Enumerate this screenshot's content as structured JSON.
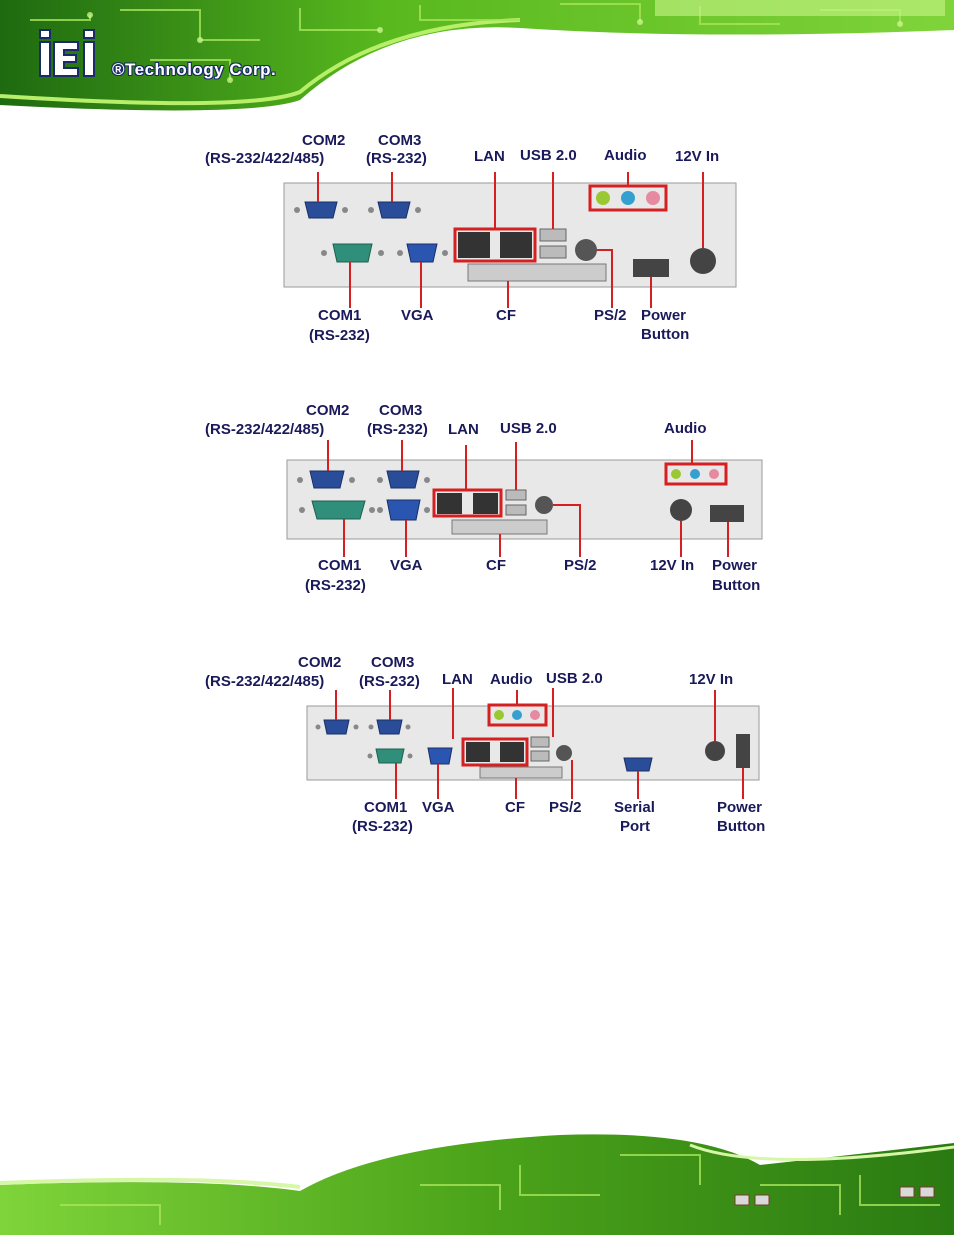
{
  "header": {
    "brand_mark": "iEi",
    "tagline": "®Technology Corp."
  },
  "diagrams": [
    {
      "labels": {
        "com2": "COM2",
        "com2_spec": "(RS-232/422/485)",
        "com3": "COM3",
        "com3_spec": "(RS-232)",
        "lan": "LAN",
        "usb": "USB 2.0",
        "audio": "Audio",
        "power_in": "12V In",
        "com1": "COM1",
        "com1_spec": "(RS-232)",
        "vga": "VGA",
        "cf": "CF",
        "ps2": "PS/2",
        "power_button_1": "Power",
        "power_button_2": "Button"
      }
    },
    {
      "labels": {
        "com2": "COM2",
        "com2_spec": "(RS-232/422/485)",
        "com3": "COM3",
        "com3_spec": "(RS-232)",
        "lan": "LAN",
        "usb": "USB 2.0",
        "audio": "Audio",
        "com1": "COM1",
        "com1_spec": "(RS-232)",
        "vga": "VGA",
        "cf": "CF",
        "ps2": "PS/2",
        "power_in": "12V In",
        "power_button_1": "Power",
        "power_button_2": "Button"
      }
    },
    {
      "labels": {
        "com2": "COM2",
        "com2_spec": "(RS-232/422/485)",
        "com3": "COM3",
        "com3_spec": "(RS-232)",
        "lan": "LAN",
        "audio": "Audio",
        "usb": "USB 2.0",
        "power_in": "12V In",
        "com1": "COM1",
        "com1_spec": "(RS-232)",
        "vga": "VGA",
        "cf": "CF",
        "ps2": "PS/2",
        "serial_1": "Serial",
        "serial_2": "Port",
        "power_button_1": "Power",
        "power_button_2": "Button"
      }
    }
  ],
  "colors": {
    "circuit_green": "#7ed321",
    "dark_green": "#2f8a14",
    "callout_red": "#d42020",
    "label_navy": "#1a1a5a"
  }
}
